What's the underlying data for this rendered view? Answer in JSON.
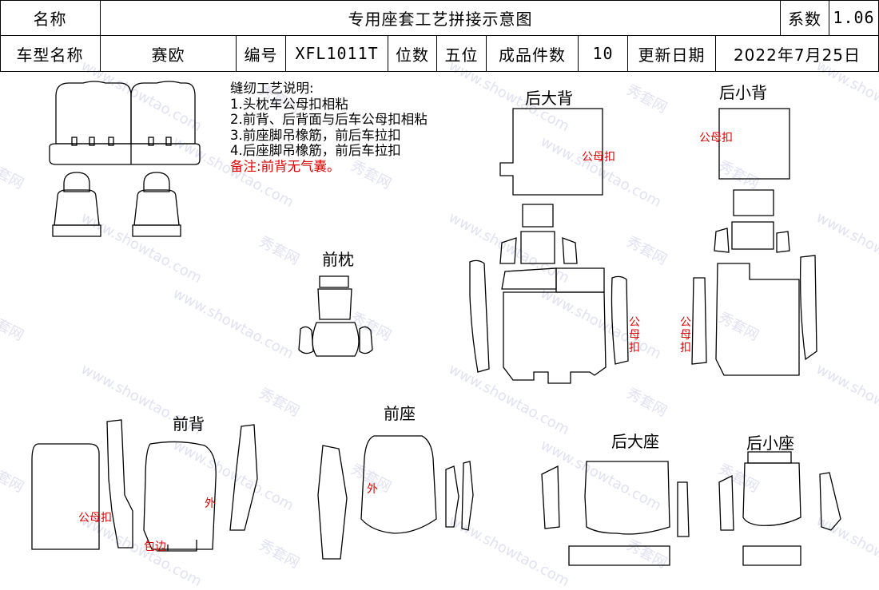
{
  "header": {
    "name_label": "名称",
    "title": "专用座套工艺拼接示意图",
    "coef_label": "系数",
    "coef_value": "1.06",
    "model_label": "车型名称",
    "model_value": "赛欧",
    "code_label": "编号",
    "code_value": "XFL1011T",
    "seats_label": "位数",
    "seats_value": "五位",
    "pieces_label": "成品件数",
    "pieces_value": "10",
    "update_label": "更新日期",
    "update_value": "2022年7月25日"
  },
  "notes": {
    "title": "缝纫工艺说明:",
    "items": [
      "1.头枕车公母扣相粘",
      "2.前背、后背面与后车公母扣相粘",
      "3.前座脚吊橡筋，前后车拉扣",
      "4.后座脚吊橡筋，前后车拉扣"
    ],
    "remark": "备注:前背无气囊。"
  },
  "sections": {
    "rear_big_back": "后大背",
    "rear_small_back": "后小背",
    "front_pillow": "前枕",
    "front_back": "前背",
    "front_seat": "前座",
    "rear_big_seat": "后大座",
    "rear_small_seat": "后小座"
  },
  "labels": {
    "snap": "公母扣",
    "outer": "外",
    "edge": "包边"
  },
  "watermark": {
    "cn": "秀套网",
    "url": "www.showtao.com"
  }
}
